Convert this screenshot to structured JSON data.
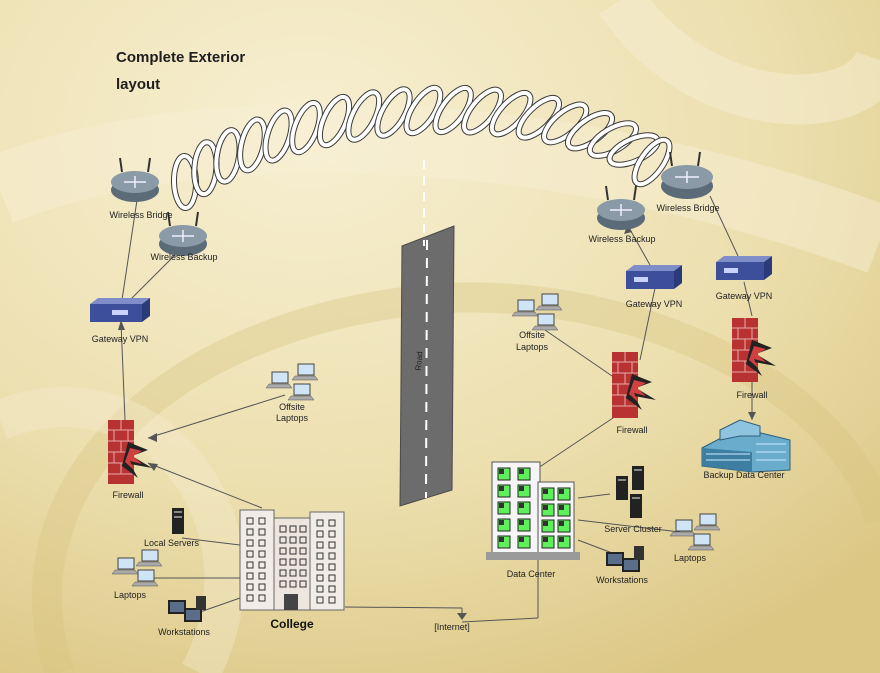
{
  "title": "Complete Exterior layout",
  "road_label": "Road",
  "internet_label": "[Internet]",
  "left_site": {
    "wireless_bridge": "Wireless Bridge",
    "wireless_backup": "Wireless Backup",
    "gateway_vpn": "Gateway VPN",
    "offsite_laptops": [
      "Offsite",
      "Laptops"
    ],
    "firewall": "Firewall",
    "local_servers": "Local Servers",
    "laptops": "Laptops",
    "workstations": "Workstations",
    "college": "College"
  },
  "right_site": {
    "wireless_bridge": "Wireless Bridge",
    "wireless_backup": "Wireless Backup",
    "gateway_vpn_1": "Gateway VPN",
    "gateway_vpn_2": "Gateway VPN",
    "offsite_laptops": [
      "Offsite",
      "Laptops"
    ],
    "firewall_1": "Firewall",
    "firewall_2": "Firewall",
    "backup_data_center": "Backup Data Center",
    "data_center": "Data Center",
    "server_cluster": "Server Cluster",
    "laptops": "Laptops",
    "workstations": "Workstations"
  },
  "colors": {
    "background": "#eadca8",
    "line": "#555555",
    "router": "#6b7b88",
    "vpn": "#3d4f9a",
    "firewall": "#b83232",
    "road": "#6c6c6c",
    "datacenter_glass": "#5ef05a"
  }
}
